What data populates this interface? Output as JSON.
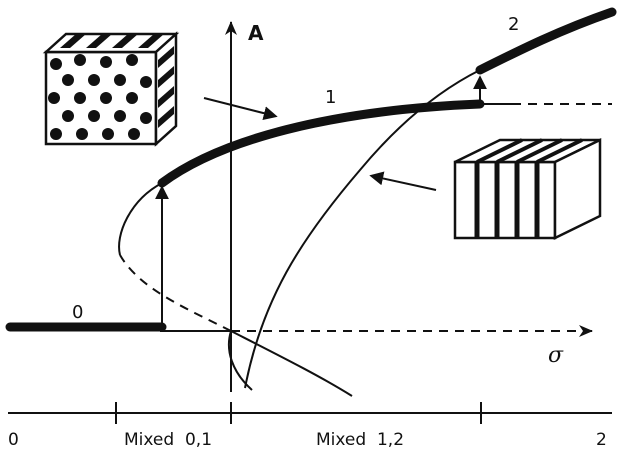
{
  "axes": {
    "y_label": "A",
    "x_label": "σ"
  },
  "branch_labels": {
    "branch_0": "0",
    "branch_1": "1",
    "branch_2": "2"
  },
  "phase_axis": {
    "left": "0",
    "mixed_01": "Mixed  0,1",
    "mixed_12": "Mixed  1,2",
    "right": "2"
  },
  "insets": {
    "hexagonal_cube": "cube with circular dots on front face and stripes on sides",
    "lamellar_block": "block with vertical stripes"
  },
  "colors": {
    "ink": "#111111",
    "background": "#ffffff"
  }
}
